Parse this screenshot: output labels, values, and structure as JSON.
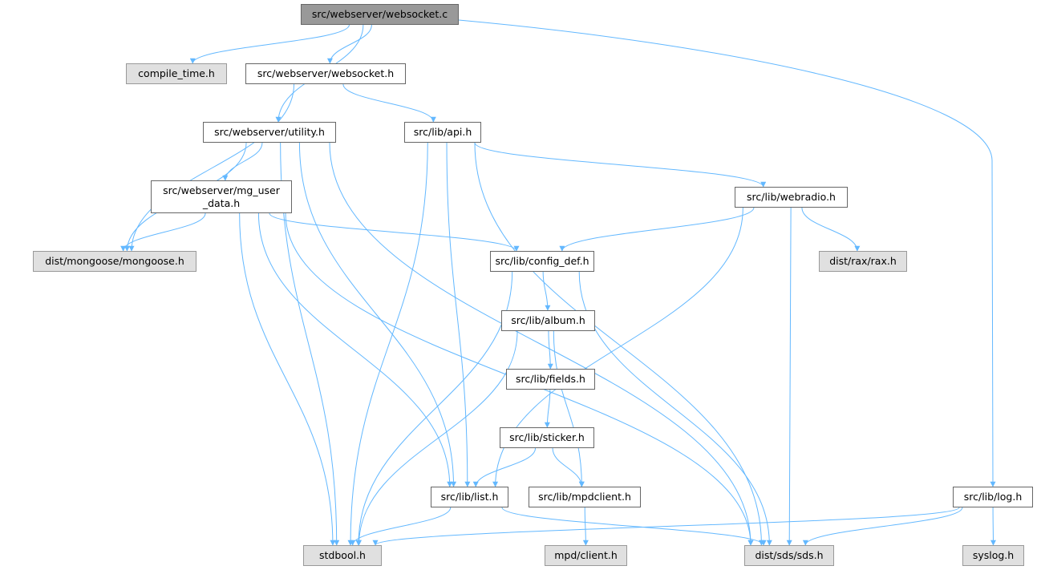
{
  "title": "src/webserver/websocket.c",
  "colors": {
    "edge": "#63b8ff",
    "root_fill": "#999999",
    "external_fill": "#e0e0e0",
    "node_border": "#666666"
  },
  "nodes": [
    {
      "id": "websocket_c",
      "label": "src/webserver/websocket.c",
      "kind": "root"
    },
    {
      "id": "compile_time",
      "label": "compile_time.h",
      "kind": "ext"
    },
    {
      "id": "websocket_h",
      "label": "src/webserver/websocket.h",
      "kind": "file"
    },
    {
      "id": "utility_h",
      "label": "src/webserver/utility.h",
      "kind": "file"
    },
    {
      "id": "api_h",
      "label": "src/lib/api.h",
      "kind": "file"
    },
    {
      "id": "mg_user_data_h",
      "label": "src/webserver/mg_user\n_data.h",
      "kind": "file"
    },
    {
      "id": "mongoose_h",
      "label": "dist/mongoose/mongoose.h",
      "kind": "ext"
    },
    {
      "id": "config_def_h",
      "label": "src/lib/config_def.h",
      "kind": "file"
    },
    {
      "id": "webradio_h",
      "label": "src/lib/webradio.h",
      "kind": "file"
    },
    {
      "id": "rax_h",
      "label": "dist/rax/rax.h",
      "kind": "ext"
    },
    {
      "id": "album_h",
      "label": "src/lib/album.h",
      "kind": "file"
    },
    {
      "id": "fields_h",
      "label": "src/lib/fields.h",
      "kind": "file"
    },
    {
      "id": "sticker_h",
      "label": "src/lib/sticker.h",
      "kind": "file"
    },
    {
      "id": "list_h",
      "label": "src/lib/list.h",
      "kind": "file"
    },
    {
      "id": "mpdclient_h",
      "label": "src/lib/mpdclient.h",
      "kind": "file"
    },
    {
      "id": "log_h",
      "label": "src/lib/log.h",
      "kind": "file"
    },
    {
      "id": "stdbool_h",
      "label": "stdbool.h",
      "kind": "ext"
    },
    {
      "id": "mpd_client_h",
      "label": "mpd/client.h",
      "kind": "ext"
    },
    {
      "id": "sds_h",
      "label": "dist/sds/sds.h",
      "kind": "ext"
    },
    {
      "id": "syslog_h",
      "label": "syslog.h",
      "kind": "ext"
    }
  ],
  "edges": [
    [
      "websocket_c",
      "compile_time"
    ],
    [
      "websocket_c",
      "websocket_h"
    ],
    [
      "websocket_c",
      "utility_h"
    ],
    [
      "websocket_c",
      "log_h"
    ],
    [
      "websocket_h",
      "mongoose_h"
    ],
    [
      "websocket_h",
      "api_h"
    ],
    [
      "utility_h",
      "stdbool_h"
    ],
    [
      "utility_h",
      "mongoose_h"
    ],
    [
      "utility_h",
      "mg_user_data_h"
    ],
    [
      "utility_h",
      "list_h"
    ],
    [
      "utility_h",
      "sds_h"
    ],
    [
      "api_h",
      "stdbool_h"
    ],
    [
      "api_h",
      "list_h"
    ],
    [
      "api_h",
      "webradio_h"
    ],
    [
      "api_h",
      "sds_h"
    ],
    [
      "mg_user_data_h",
      "mongoose_h"
    ],
    [
      "mg_user_data_h",
      "stdbool_h"
    ],
    [
      "mg_user_data_h",
      "list_h"
    ],
    [
      "mg_user_data_h",
      "config_def_h"
    ],
    [
      "mg_user_data_h",
      "sds_h"
    ],
    [
      "webradio_h",
      "config_def_h"
    ],
    [
      "webradio_h",
      "list_h"
    ],
    [
      "webradio_h",
      "sds_h"
    ],
    [
      "webradio_h",
      "rax_h"
    ],
    [
      "config_def_h",
      "stdbool_h"
    ],
    [
      "config_def_h",
      "album_h"
    ],
    [
      "config_def_h",
      "sds_h"
    ],
    [
      "album_h",
      "stdbool_h"
    ],
    [
      "album_h",
      "fields_h"
    ],
    [
      "album_h",
      "mpdclient_h"
    ],
    [
      "fields_h",
      "sticker_h"
    ],
    [
      "sticker_h",
      "list_h"
    ],
    [
      "sticker_h",
      "mpdclient_h"
    ],
    [
      "list_h",
      "stdbool_h"
    ],
    [
      "list_h",
      "sds_h"
    ],
    [
      "mpdclient_h",
      "mpd_client_h"
    ],
    [
      "log_h",
      "stdbool_h"
    ],
    [
      "log_h",
      "sds_h"
    ],
    [
      "log_h",
      "syslog_h"
    ]
  ]
}
